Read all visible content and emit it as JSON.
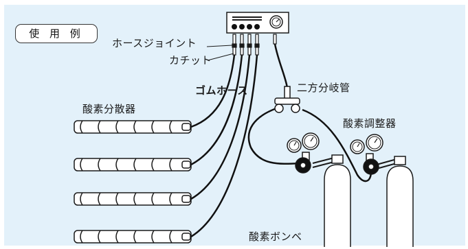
{
  "badge": {
    "usage": "使 用 例"
  },
  "labels": {
    "hose_joint": "ホースジョイント",
    "hose_clip": "カチット",
    "rubber_hose": "ゴムホース",
    "two_way_pipe": "二方分岐管",
    "oxygen_diffuser": "酸素分散器",
    "oxygen_regulator": "酸素調整器",
    "oxygen_cylinder": "酸素ボンベ"
  },
  "colors": {
    "panel_background": "#e3f1fa",
    "line": "#1a1a1a",
    "hose": "#111111"
  },
  "icons": [
    "pressure-gauge-icon",
    "valve-knob-icon"
  ]
}
